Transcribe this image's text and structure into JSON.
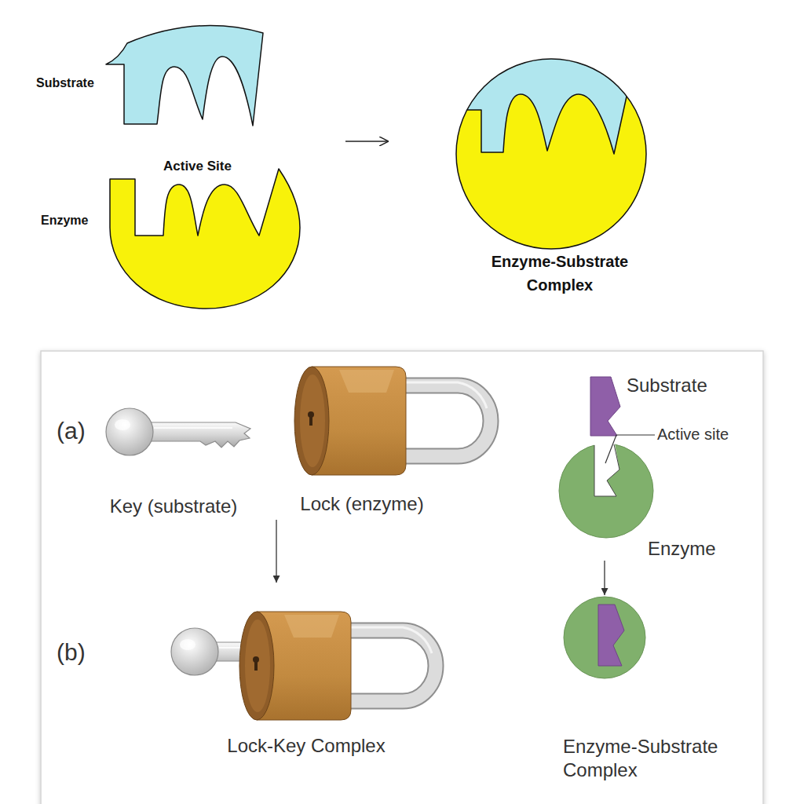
{
  "diagram": {
    "nodes": [
      {
        "text": [
          "Substrate"
        ]
      },
      {
        "text": [
          "Enzyme"
        ]
      },
      {
        "text": [
          "Enzyme-Substrate Complex"
        ]
      },
      {
        "text": [
          "Key (substrate)"
        ]
      },
      {
        "text": [
          "Lock (enzyme)"
        ]
      },
      {
        "text": [
          "Substrate"
        ]
      },
      {
        "text": [
          "Enzyme"
        ]
      },
      {
        "text": [
          "Lock-Key Complex"
        ]
      },
      {
        "text": [
          "Enzyme-Substrate Complex"
        ]
      }
    ],
    "edges": [
      {
        "from": 1,
        "to": 2,
        "arrow": "to"
      },
      {
        "from": 4,
        "to": 7,
        "arrow": "to"
      },
      {
        "from": 6,
        "to": 8,
        "arrow": "to"
      }
    ],
    "labels": [
      "Active Site",
      "(a)",
      "Active site",
      "(b)"
    ]
  }
}
